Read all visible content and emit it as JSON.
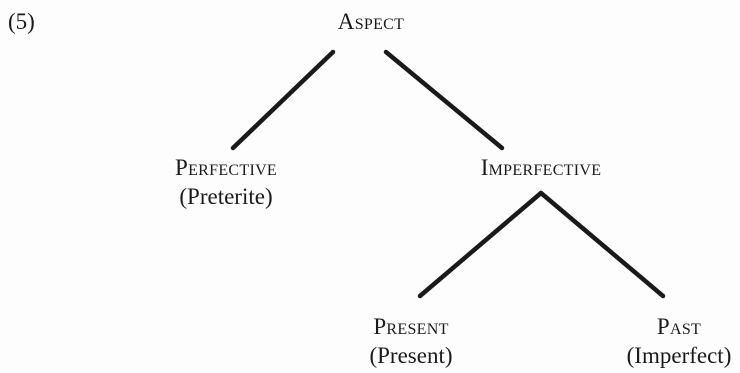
{
  "example_number": "(5)",
  "tree": {
    "root": {
      "label": "Aspect"
    },
    "perfective": {
      "label": "Perfective",
      "gloss": "(Preterite)"
    },
    "imperfective": {
      "label": "Imperfective"
    },
    "present": {
      "label": "Present",
      "gloss": "(Present)"
    },
    "past": {
      "label": "Past",
      "gloss": "(Imperfect)"
    }
  },
  "colors": {
    "ink": "#1a1a1a",
    "paper": "#fdfdfd"
  }
}
